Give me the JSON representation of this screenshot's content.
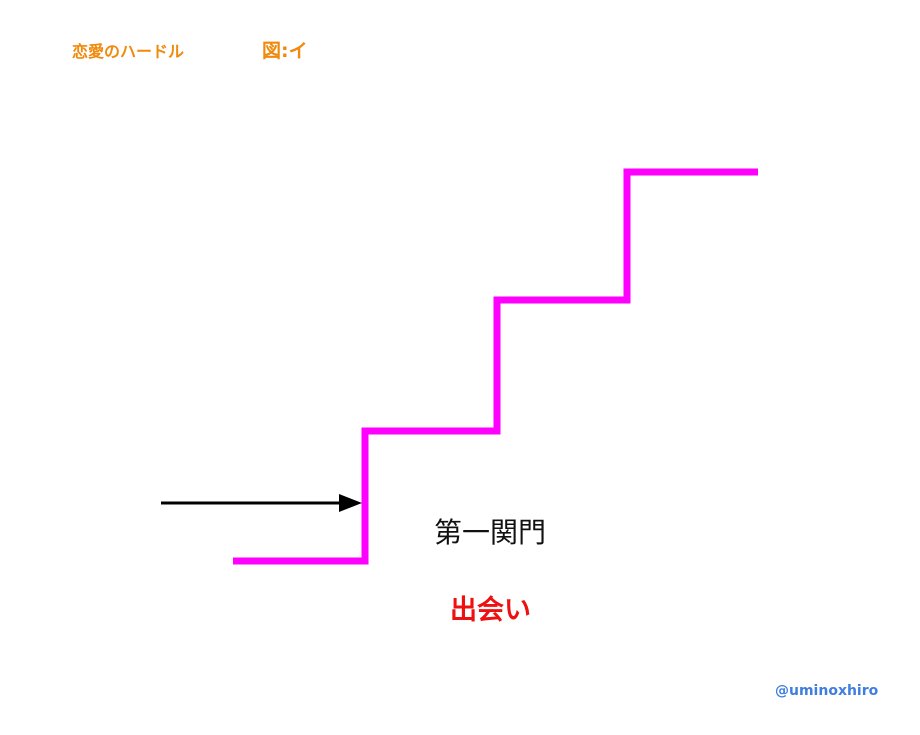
{
  "header": {
    "title": "恋愛のハードル",
    "figure_label": "図:イ"
  },
  "diagram": {
    "gate_label": "第一関門",
    "stage_label": "出会い",
    "handle": "@uminoxhiro",
    "colors": {
      "stairs": "#ff00ff",
      "arrow": "#000000",
      "title": "#f08a0c",
      "stage": "#ee1111",
      "handle": "#3f7ee0"
    },
    "step_count": 3
  }
}
